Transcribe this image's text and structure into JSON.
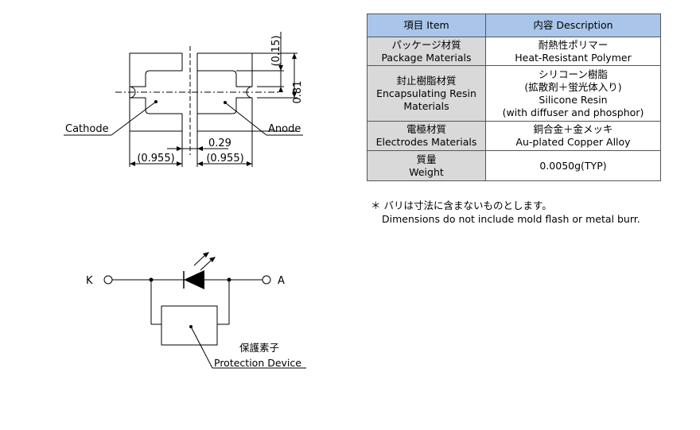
{
  "dimension_labels": {
    "top_gap": "(0.15)",
    "height": "0.81",
    "gap": "0.29",
    "left_width": "(0.955)",
    "right_width": "(0.955)"
  },
  "package_labels": {
    "cathode": "Cathode",
    "anode": "Anode"
  },
  "circuit": {
    "k_label": "K",
    "a_label": "A",
    "device_label_jp": "保護素子",
    "device_label_en": "Protection Device"
  },
  "table": {
    "header": {
      "item": "項目 Item",
      "description": "内容 Description"
    },
    "rows": [
      {
        "item": [
          "パッケージ材質",
          "Package Materials"
        ],
        "desc": [
          "耐熱性ポリマー",
          "Heat-Resistant Polymer"
        ]
      },
      {
        "item": [
          "封止樹脂材質",
          "Encapsulating Resin",
          "Materials"
        ],
        "desc": [
          "シリコーン樹脂",
          "(拡散剤＋蛍光体入り)",
          "Silicone Resin",
          "(with diffuser and phosphor)"
        ]
      },
      {
        "item": [
          "電極材質",
          "Electrodes Materials"
        ],
        "desc": [
          "銅合金＋金メッキ",
          "Au-plated Copper Alloy"
        ]
      },
      {
        "item": [
          "質量",
          "Weight"
        ],
        "desc": [
          "0.0050g(TYP)"
        ]
      }
    ]
  },
  "note": {
    "line1": "＊ バリは寸法に含まないものとします。",
    "line2": "Dimensions do not include mold flash or metal burr."
  }
}
